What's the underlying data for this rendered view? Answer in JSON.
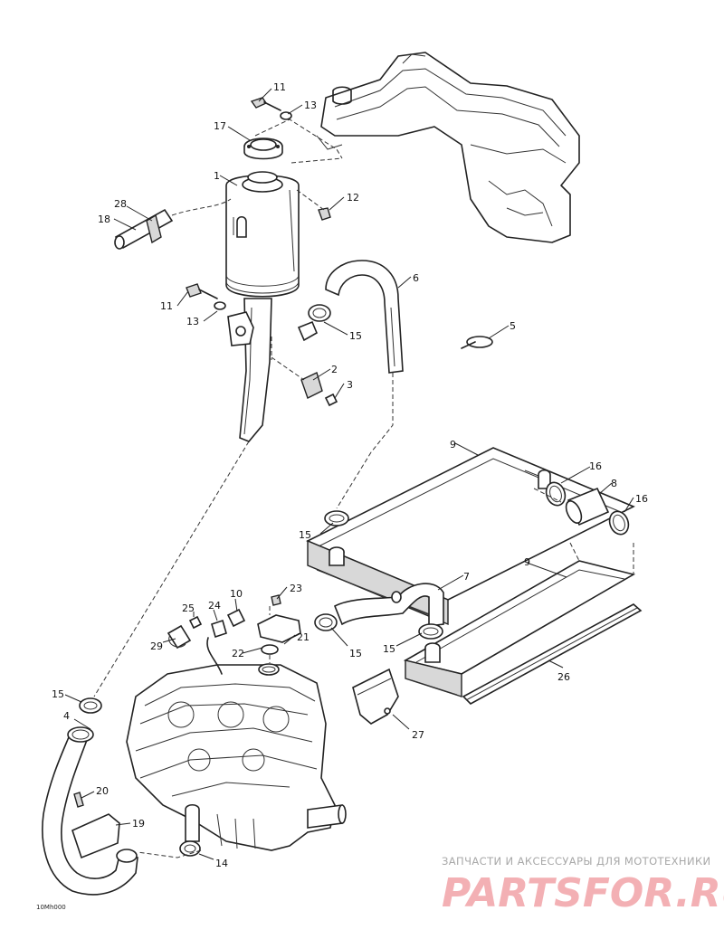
{
  "drawing_code": "10Mh000",
  "watermark": {
    "caption": "ЗАПЧАСТИ И АКСЕССУАРЫ ДЛЯ МОТОТЕХНИКИ",
    "logo": "PARTSFOR.RU"
  },
  "callouts": {
    "c1": "1",
    "c2": "2",
    "c3": "3",
    "c4": "4",
    "c5": "5",
    "c6": "6",
    "c7": "7",
    "c8": "8",
    "c9a": "9",
    "c9b": "9",
    "c10": "10",
    "c11a": "11",
    "c11b": "11",
    "c12": "12",
    "c13a": "13",
    "c13b": "13",
    "c14": "14",
    "c15a": "15",
    "c15b": "15",
    "c15c": "15",
    "c15d": "15",
    "c15e": "15",
    "c16a": "16",
    "c16b": "16",
    "c17": "17",
    "c18": "18",
    "c19": "19",
    "c20": "20",
    "c21": "21",
    "c22": "22",
    "c23": "23",
    "c24": "24",
    "c25": "25",
    "c26": "26",
    "c27": "27",
    "c28": "28",
    "c29": "29"
  }
}
